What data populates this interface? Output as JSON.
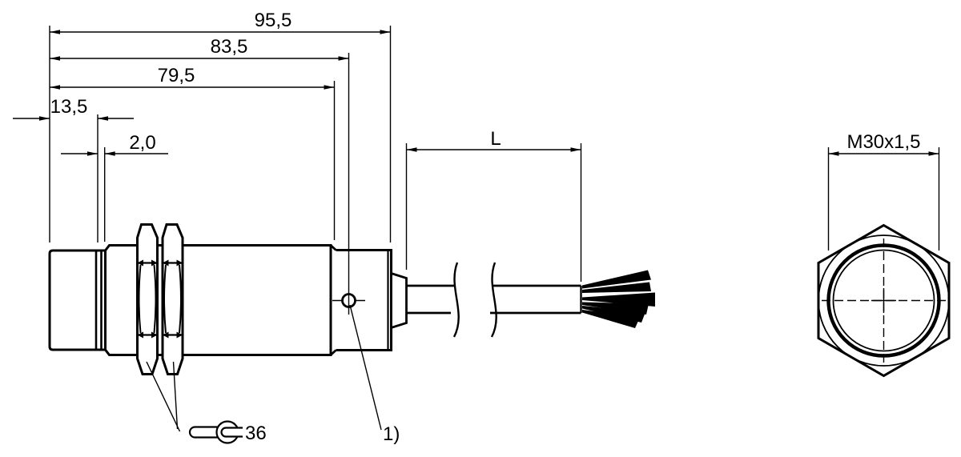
{
  "drawing": {
    "dims": {
      "overall": "95,5",
      "to_led": "83,5",
      "to_rear": "79,5",
      "head": "13,5",
      "groove": "2,0",
      "cable": "L",
      "thread": "M30x1,5",
      "wrench": "36",
      "footnote": "1)"
    },
    "colors": {
      "line": "#000000",
      "background": "#ffffff"
    }
  }
}
